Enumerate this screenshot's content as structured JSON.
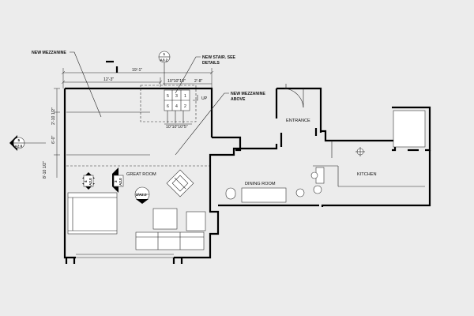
{
  "annotations": {
    "new_mezzanine": "NEW MEZZANINE",
    "new_stair_line1": "NEW STAIR. SEE",
    "new_stair_line2": "DETAILS",
    "mezz_above_line1": "NEW MEZZANINE",
    "mezz_above_line2": "ABOVE",
    "up": "UP"
  },
  "rooms": {
    "great_room": "GREAT ROOM",
    "entrance": "ENTRANCE",
    "dining_room": "DINING ROOM",
    "kitchen": "KITCHEN"
  },
  "dimensions": {
    "overall_width": "19'-1\"",
    "left_width": "12'-3\"",
    "stair_top": "10\"10\"10\"",
    "stair_right": "2'-8\"",
    "stair_bottom": "10\"10\"10\"5\"",
    "vertical_upper": "2'-10 1/2\"",
    "vertical_mid": "6'-0\"",
    "vertical_lower": "8'-10 1/2\""
  },
  "stair_numbers": [
    "5",
    "3",
    "1",
    "6",
    "4",
    "2"
  ],
  "section_tags": [
    {
      "num": "1",
      "sheet": "A3.2"
    },
    {
      "num": "5",
      "sheet": "A2.0"
    },
    {
      "num": "4",
      "sheet": "A2.0"
    },
    {
      "num": "3",
      "sheet": "A2.0"
    },
    {
      "num": "2",
      "sheet": "A2.0"
    }
  ],
  "colors": {
    "background": "#ececec",
    "wall": "#000000"
  }
}
